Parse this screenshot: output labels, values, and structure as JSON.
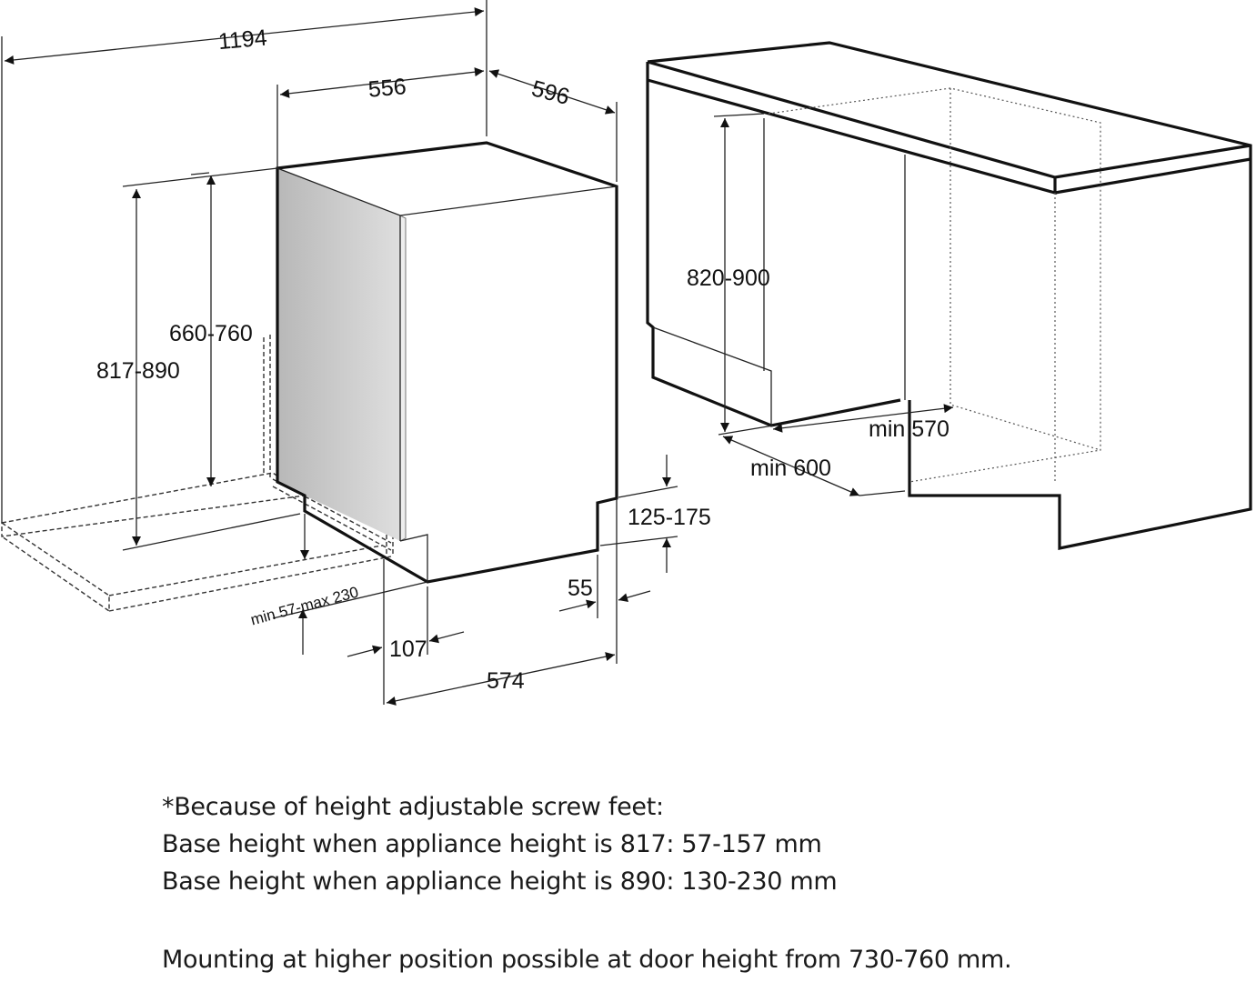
{
  "diagram": {
    "dimensions": {
      "total_width": "1194",
      "appliance_width": "556",
      "appliance_depth": "596",
      "door_height": "660-760",
      "appliance_height": "817-890",
      "base_height": "min 57-max 230",
      "door_offset": "107",
      "total_depth": "574",
      "plinth_depth": "55",
      "plinth_height": "125-175",
      "niche_height": "820-900",
      "niche_depth": "min 570",
      "niche_width": "min 600"
    },
    "notes": {
      "line1": "*Because of height adjustable screw feet:",
      "line2": "Base height when appliance height is 817: 57-157 mm",
      "line3": "Base height when appliance height is 890: 130-230 mm",
      "line4": "Mounting at higher position possible at door height from 730-760 mm."
    }
  }
}
